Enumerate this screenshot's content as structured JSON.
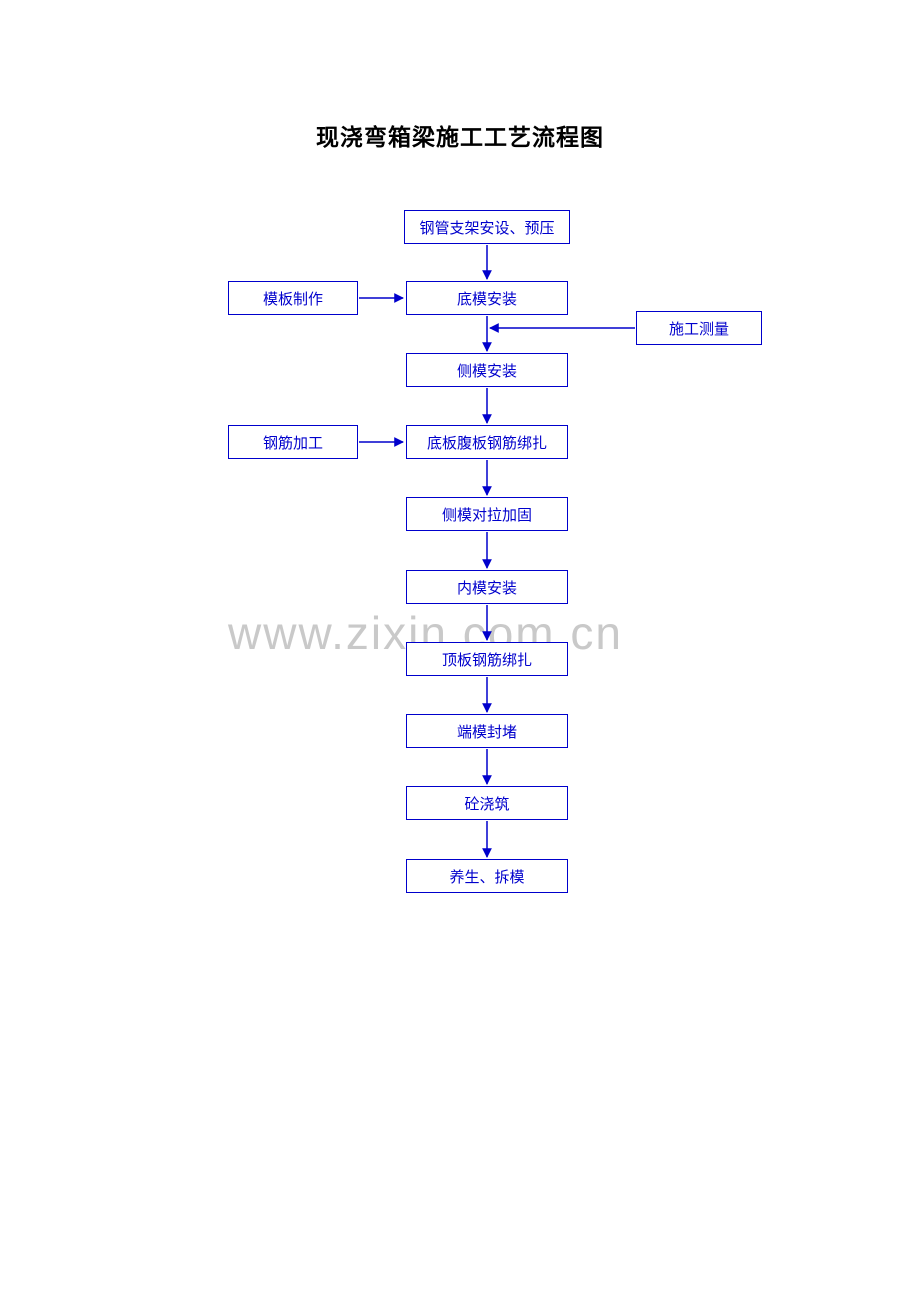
{
  "page": {
    "title": "现浇弯箱梁施工工艺流程图",
    "watermark": "www.zixin.com.cn"
  },
  "flowchart": {
    "main_steps": [
      "钢管支架安设、预压",
      "底模安装",
      "侧模安装",
      "底板腹板钢筋绑扎",
      "侧模对拉加固",
      "内模安装",
      "顶板钢筋绑扎",
      "端模封堵",
      "砼浇筑",
      "养生、拆模"
    ],
    "side_inputs": [
      {
        "label": "模板制作",
        "side": "left",
        "connects_to": "底模安装"
      },
      {
        "label": "施工测量",
        "side": "right",
        "connects_to": "侧模安装"
      },
      {
        "label": "钢筋加工",
        "side": "left",
        "connects_to": "底板腹板钢筋绑扎"
      }
    ]
  },
  "colors": {
    "box_border": "#0000cc",
    "box_text": "#0000cc",
    "arrow": "#0000cc",
    "title": "#000000",
    "watermark": "#c9c9c9",
    "page_background": "#ffffff"
  }
}
